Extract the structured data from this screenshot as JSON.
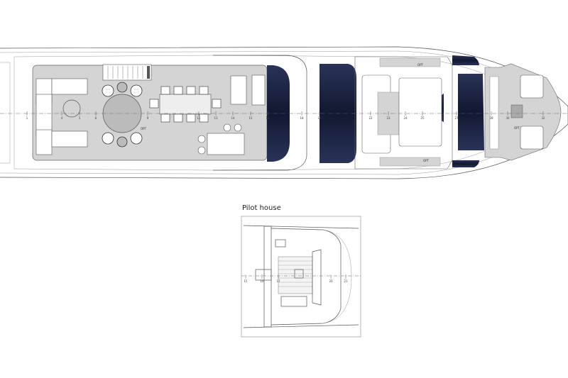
{
  "pilot_house": {
    "title": "Pilot house"
  },
  "labels": {
    "opt_top": "OPT",
    "opt_bottom": "OPT",
    "opt_table": "OPT",
    "opt_bow": "OPT"
  },
  "frames": [
    {
      "n": "1"
    },
    {
      "n": "4"
    },
    {
      "n": "5"
    },
    {
      "n": "6"
    },
    {
      "n": "9"
    },
    {
      "n": "11"
    },
    {
      "n": "13"
    },
    {
      "n": "14"
    },
    {
      "n": "15"
    },
    {
      "n": "16"
    },
    {
      "n": "18"
    },
    {
      "n": "19"
    },
    {
      "n": "22"
    },
    {
      "n": "23"
    },
    {
      "n": "24"
    },
    {
      "n": "25"
    },
    {
      "n": "27"
    },
    {
      "n": "28"
    },
    {
      "n": "30"
    },
    {
      "n": "32"
    }
  ],
  "pilot_frames": [
    {
      "n": "15"
    },
    {
      "n": "16"
    },
    {
      "n": "17"
    },
    {
      "n": "20"
    },
    {
      "n": "21"
    }
  ],
  "colors": {
    "deck_gray": "#d4d4d4",
    "windshield_navy": "#1c2340",
    "line": "#555555"
  }
}
